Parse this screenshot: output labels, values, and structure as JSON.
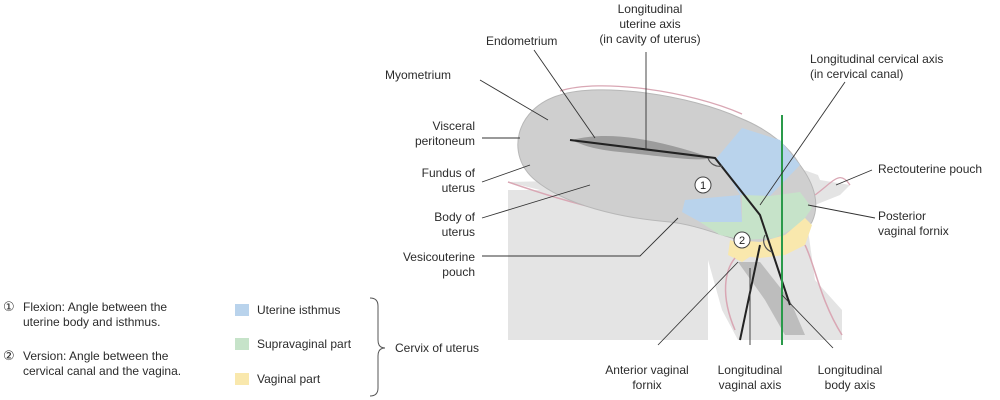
{
  "labels": {
    "longitudinal_uterine_axis": [
      "Longitudinal",
      "uterine axis",
      "(in cavity of uterus)"
    ],
    "endometrium": [
      "Endometrium"
    ],
    "myometrium": [
      "Myometrium"
    ],
    "visceral_peritoneum": [
      "Visceral",
      "peritoneum"
    ],
    "fundus_of_uterus": [
      "Fundus of",
      "uterus"
    ],
    "body_of_uterus": [
      "Body of",
      "uterus"
    ],
    "vesicouterine_pouch": [
      "Vesicouterine",
      "pouch"
    ],
    "longitudinal_cervical_axis": [
      "Longitudinal cervical axis",
      "(in cervical canal)"
    ],
    "rectouterine_pouch": [
      "Rectouterine pouch"
    ],
    "posterior_vaginal_fornix": [
      "Posterior",
      "vaginal fornix"
    ],
    "anterior_vaginal_fornix": [
      "Anterior vaginal",
      "fornix"
    ],
    "longitudinal_vaginal_axis": [
      "Longitudinal",
      "vaginal axis"
    ],
    "longitudinal_body_axis": [
      "Longitudinal",
      "body axis"
    ]
  },
  "angle_markers": {
    "flexion": "1",
    "version": "2"
  },
  "notes": {
    "flexion": [
      "Flexion: Angle between the",
      "uterine body and isthmus."
    ],
    "version": [
      "Version: Angle between the",
      "cervical canal and the vagina."
    ],
    "flexion_symbol": "①",
    "version_symbol": "②"
  },
  "legend": {
    "items": [
      {
        "label": "Uterine isthmus",
        "color": "#b9d3ec"
      },
      {
        "label": "Supravaginal part",
        "color": "#c6e3c9"
      },
      {
        "label": "Vaginal part",
        "color": "#f9e8ad"
      }
    ],
    "group_label": "Cervix of uterus"
  },
  "colors": {
    "tissue": "#cfcfcf",
    "tissue_dark": "#bdbdbd",
    "background_panel": "#e4e4e4",
    "peritoneum_line": "#d9a7b4",
    "body_axis": "#2a9a4a"
  }
}
